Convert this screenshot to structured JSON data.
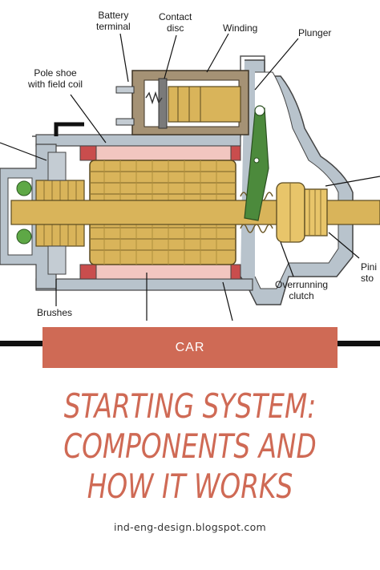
{
  "diagram": {
    "labels": {
      "battery_terminal": [
        "Battery",
        "terminal"
      ],
      "contact_disc": [
        "Contact",
        "disc"
      ],
      "winding": "Winding",
      "plunger": "Plunger",
      "pole_shoe": [
        "Pole shoe",
        "with field coil"
      ],
      "brushes": "Brushes",
      "overrunning_clutch": [
        "Overrunning",
        "clutch"
      ],
      "pinion_stop": [
        "Pini",
        "sto"
      ]
    }
  },
  "category": "CAR",
  "title_lines": [
    "STARTING SYSTEM:",
    "COMPONENTS AND",
    "HOW IT WORKS"
  ],
  "site": "ind-eng-design.blogspot.com",
  "colors": {
    "accent": "#cf6a55",
    "armature": "#d9b45a",
    "housing": "#b8c3cc",
    "solenoid": "#a59275",
    "lever": "#4c8a3c",
    "field_coil": "#f2c6c0"
  }
}
